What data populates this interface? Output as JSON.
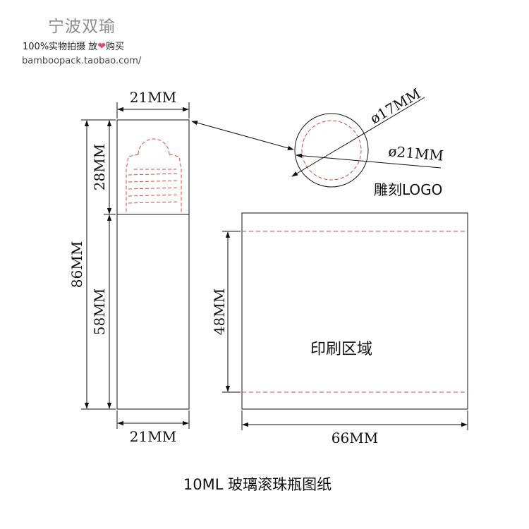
{
  "header": {
    "brand_name": "宁波双瑜",
    "slogan_prefix": "100%实物拍摄 放",
    "slogan_heart": "❤",
    "slogan_suffix": "购买",
    "store_url": "bamboopack.taobao.com/"
  },
  "bottle_view": {
    "top_width": "21MM",
    "bottom_width": "21MM",
    "total_height": "86MM",
    "cap_height": "28MM",
    "body_height": "58MM"
  },
  "ball_view": {
    "inner_diameter": "ø17MM",
    "outer_diameter": "ø21MM",
    "logo_note": "雕刻LOGO"
  },
  "label_view": {
    "print_height": "48MM",
    "width": "66MM",
    "area_label": "印刷区域"
  },
  "caption": "10ML 玻璃滚珠瓶图纸",
  "colors": {
    "outline": "#111111",
    "hidden_line": "#e0443c",
    "brand_gray": "#8a8a8a",
    "heart": "#e8457a"
  }
}
